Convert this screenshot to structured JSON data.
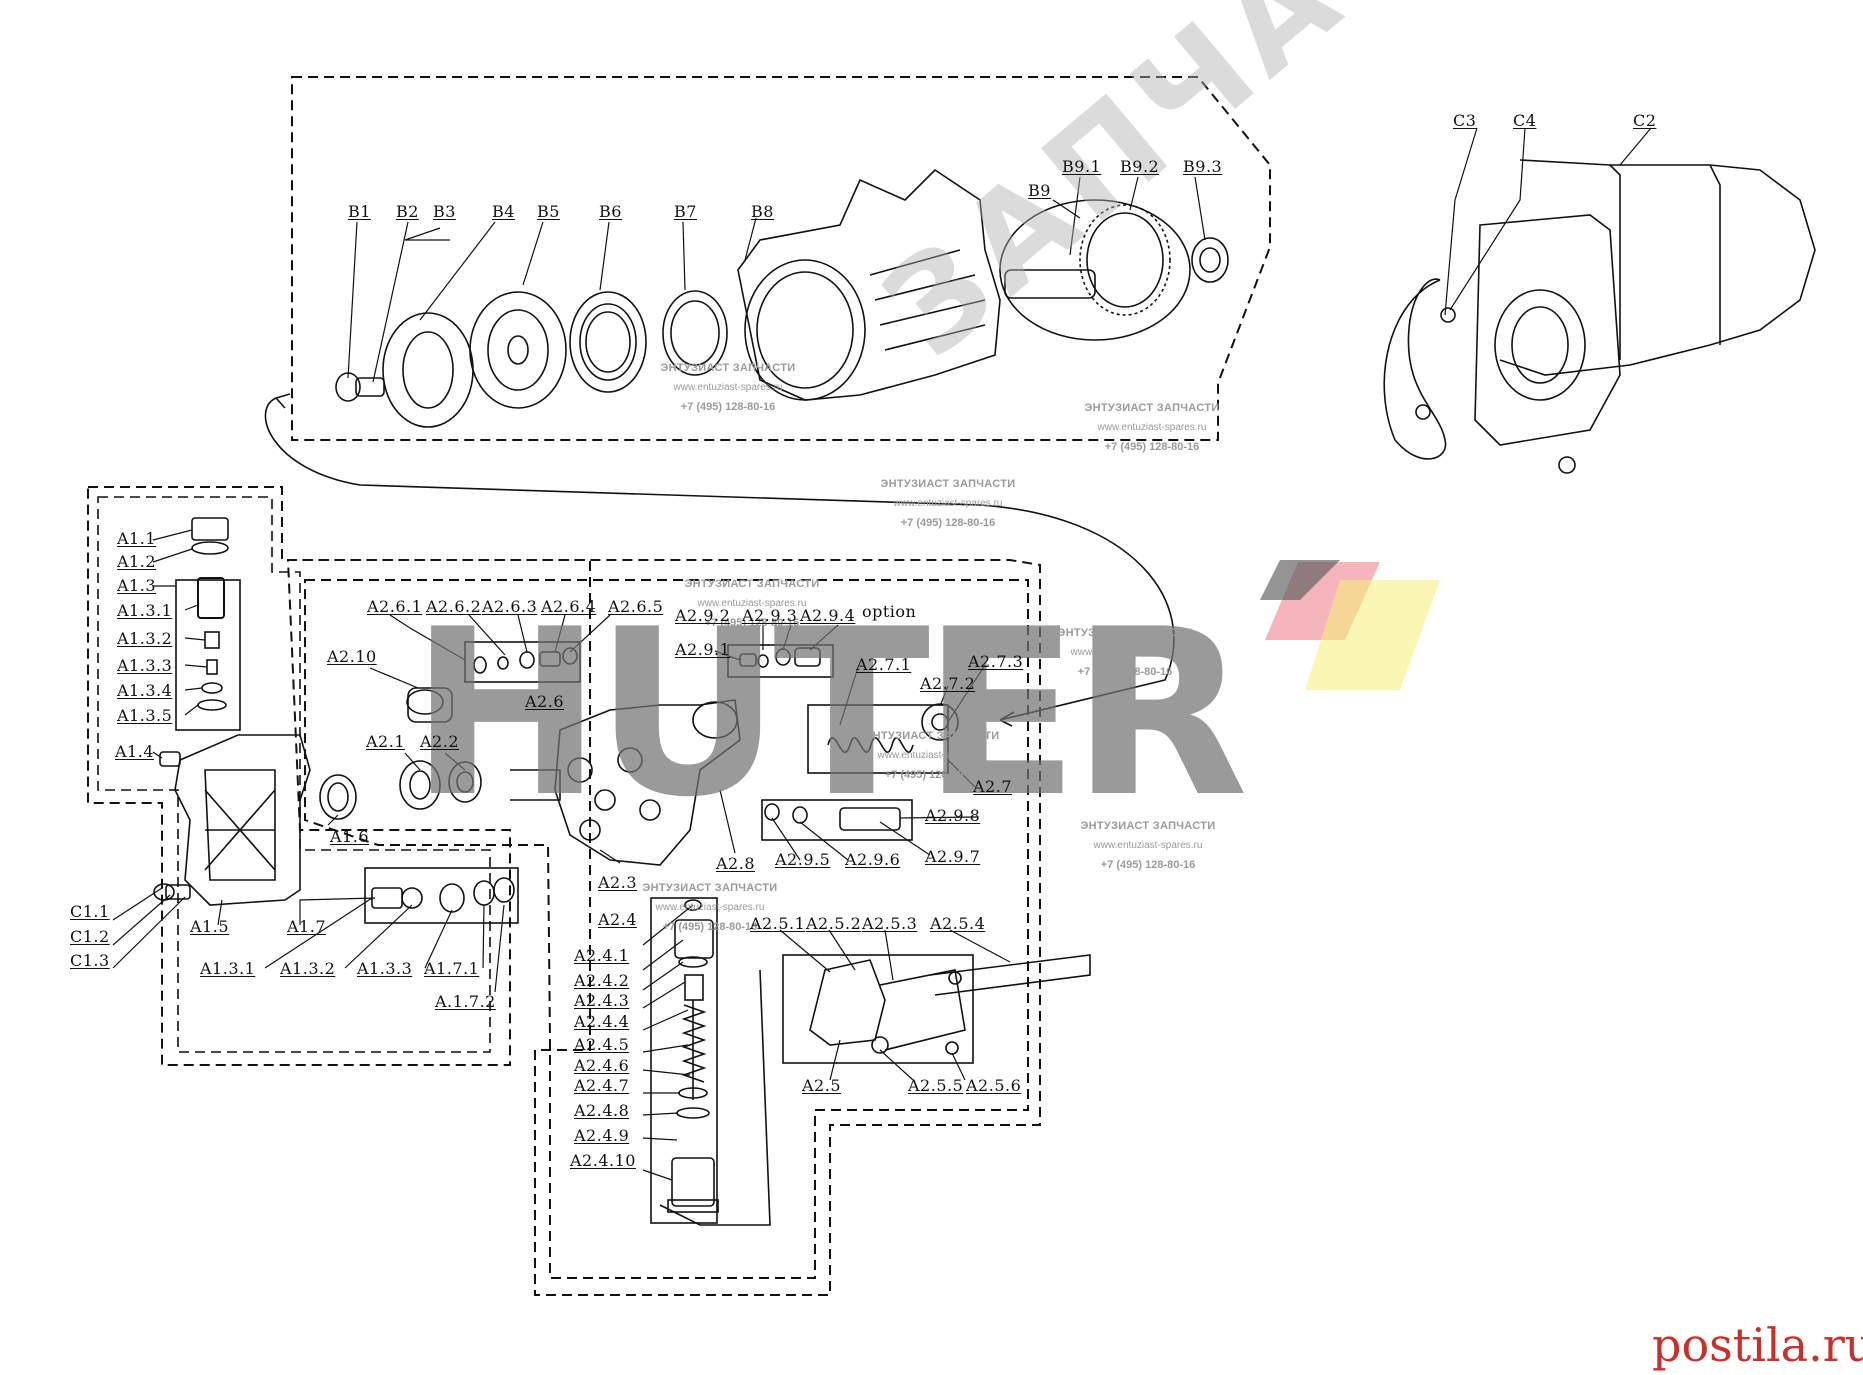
{
  "diagram": {
    "labels": {
      "b1": "B1",
      "b2": "B2",
      "b3": "B3",
      "b4": "B4",
      "b5": "B5",
      "b6": "B6",
      "b7": "B7",
      "b8": "B8",
      "b9": "B9",
      "b9_1": "B9.1",
      "b9_2": "B9.2",
      "b9_3": "B9.3",
      "c2": "C2",
      "c3": "C3",
      "c4": "C4",
      "a1_1": "A1.1",
      "a1_2": "A1.2",
      "a1_3": "A1.3",
      "a1_3_1": "A1.3.1",
      "a1_3_2": "A1.3.2",
      "a1_3_3": "A1.3.3",
      "a1_3_4": "A1.3.4",
      "a1_3_5": "A1.3.5",
      "a1_4": "A1.4",
      "a1_5": "A1.5",
      "a1_6": "A1.6",
      "a1_7": "A1.7",
      "c1_1": "C1.1",
      "c1_2": "C1.2",
      "c1_3": "C1.3",
      "a1_3_1b": "A1.3.1",
      "a1_3_2b": "A1.3.2",
      "a1_3_3b": "A1.3.3",
      "a1_7_1": "A1.7.1",
      "a1_7_2": "A.1.7.2",
      "a2_6_1": "A2.6.1",
      "a2_6_2": "A2.6.2",
      "a2_6_3": "A2.6.3",
      "a2_6_4": "A2.6.4",
      "a2_6_5": "A2.6.5",
      "a2_6": "A2.6",
      "a2_10": "A2.10",
      "a2_1": "A2.1",
      "a2_2": "A2.2",
      "a2_3": "A2.3",
      "a2_8": "A2.8",
      "a2_9_1": "A2.9.1",
      "a2_9_2": "A2.9.2",
      "a2_9_3": "A2.9.3",
      "a2_9_4": "A2.9.4",
      "option": "option",
      "a2_7_1": "A2.7.1",
      "a2_7_2": "A2.7.2",
      "a2_7_3": "A2.7.3",
      "a2_7": "A2.7",
      "a2_9_5": "A2.9.5",
      "a2_9_6": "A2.9.6",
      "a2_9_7": "A2.9.7",
      "a2_9_8": "A2.9.8",
      "a2_4": "A2.4",
      "a2_4_1": "A2.4.1",
      "a2_4_2": "A2.4.2",
      "a2_4_3": "A2.4.3",
      "a2_4_4": "A2.4.4",
      "a2_4_5": "A2.4.5",
      "a2_4_6": "A2.4.6",
      "a2_4_7": "A2.4.7",
      "a2_4_8": "A2.4.8",
      "a2_4_9": "A2.4.9",
      "a2_4_10": "A2.4.10",
      "a2_5_1": "A2.5.1",
      "a2_5_2": "A2.5.2",
      "a2_5_3": "A2.5.3",
      "a2_5_4": "A2.5.4",
      "a2_5": "A2.5",
      "a2_5_5": "A2.5.5",
      "a2_5_6": "A2.5.6"
    },
    "watermark": {
      "company": "ЭНТУЗИАСТ ЗАПЧАСТИ",
      "site": "www.entuziast-spares.ru",
      "phone": "+7 (495) 128-80-16",
      "brand": "HUTER",
      "diagonal": "ЗАПЧАСТИ"
    },
    "footer": "postila.ru"
  }
}
